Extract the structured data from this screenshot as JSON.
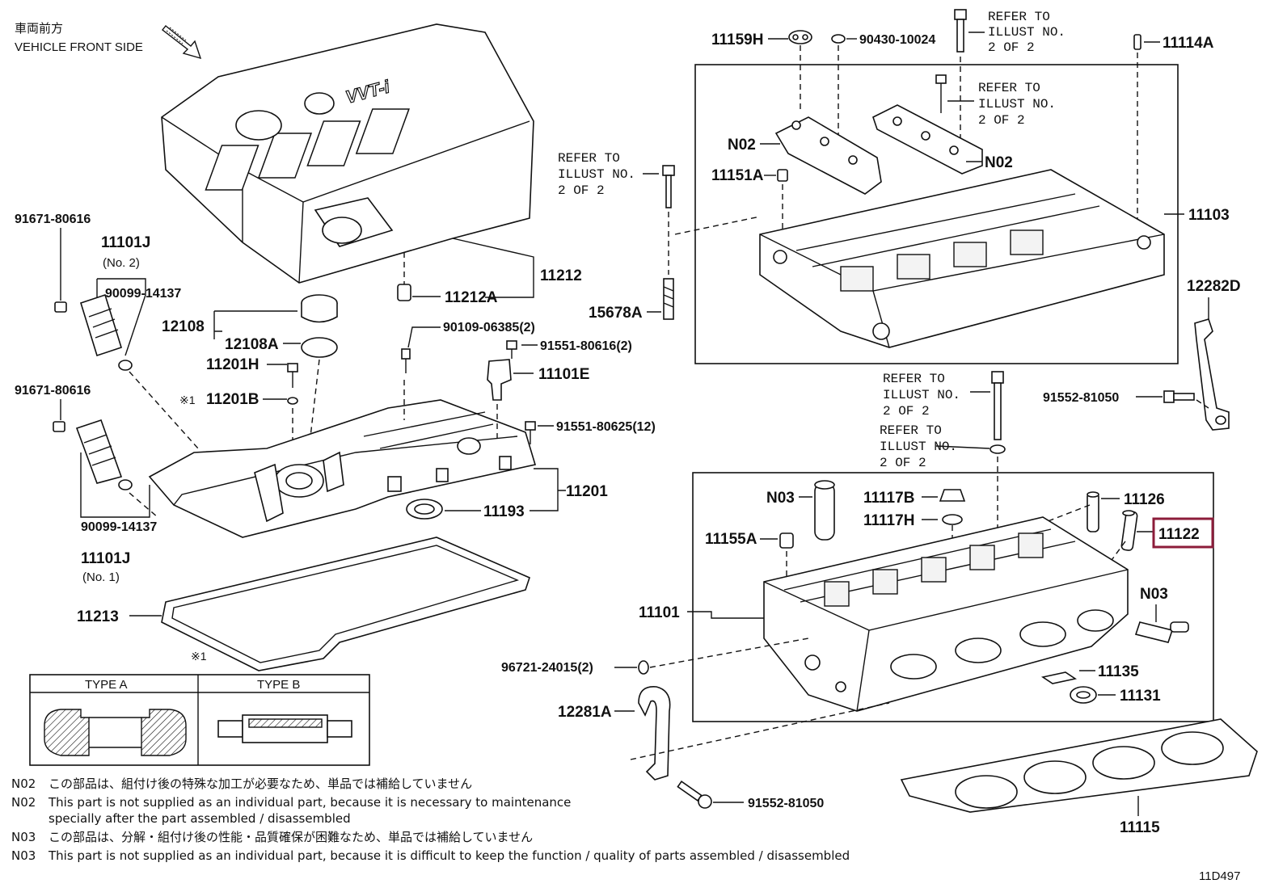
{
  "header": {
    "direction_jp": "車両前方",
    "direction_en": "VEHICLE FRONT SIDE"
  },
  "labels": {
    "p91671_a": "91671-80616",
    "p11101j_a": "11101J",
    "p11101j_a_sub": "(No. 2)",
    "p90099_a": "90099-14137",
    "p91671_b": "91671-80616",
    "p90099_b": "90099-14137",
    "p11101j_b": "11101J",
    "p11101j_b_sub": "(No. 1)",
    "p12108": "12108",
    "p12108a": "12108A",
    "p11201h": "11201H",
    "p11201b": "11201B",
    "mark1": "※1",
    "p11212a": "11212A",
    "p11212": "11212",
    "p90109": "90109-06385(2)",
    "p91551_1": "91551-80616(2)",
    "p11101e": "11101E",
    "p91551_2": "91551-80625(12)",
    "p11201": "11201",
    "p11193": "11193",
    "p11213": "11213",
    "p11159h": "11159H",
    "p90430": "90430-10024",
    "p11114a": "11114A",
    "p11103": "11103",
    "n02_a": "N02",
    "n02_b": "N02",
    "p11151a": "11151A",
    "p15678a": "15678A",
    "p12282d": "12282D",
    "p91552_1": "91552-81050",
    "n03_a": "N03",
    "p11117b": "11117B",
    "p11117h": "11117H",
    "p11126": "11126",
    "p11122": "11122",
    "p11155a": "11155A",
    "p11101": "11101",
    "n03_b": "N03",
    "p96721": "96721-24015(2)",
    "p11135": "11135",
    "p11131": "11131",
    "p12281a": "12281A",
    "p91552_2": "91552-81050",
    "p11115": "11115",
    "mark1_b": "※1"
  },
  "refer": {
    "line1": "REFER TO",
    "line2": "ILLUST NO.",
    "line3": "2 OF 2"
  },
  "type_table": {
    "col_a": "TYPE A",
    "col_b": "TYPE B"
  },
  "notes": [
    {
      "code": "N02",
      "text": "この部品は、組付け後の特殊な加工が必要なため、単品では補給していません"
    },
    {
      "code": "N02",
      "text": "This part is not supplied as an individual part, because it is necessary to maintenance"
    },
    {
      "code": "",
      "text": "specially after the part assembled / disassembled"
    },
    {
      "code": "N03",
      "text": "この部品は、分解・組付け後の性能・品質確保が困難なため、単品では補給していません"
    },
    {
      "code": "N03",
      "text": "This part is not supplied as an individual part, because it is difficult to keep the function / quality of parts  assembled / disassembled"
    }
  ],
  "diagram_id": "11D497",
  "highlight": {
    "part": "11122",
    "color": "#8c1c3a"
  }
}
